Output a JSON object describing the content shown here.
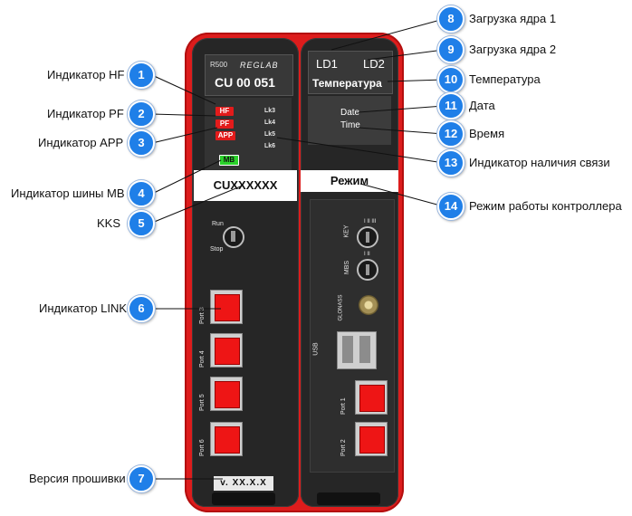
{
  "device": {
    "model": "R500",
    "brand": "REGLAB",
    "display_id": "CU 00 051",
    "leds": [
      "HF",
      "PF",
      "APP"
    ],
    "links": [
      "Lk3",
      "Lk4",
      "Lk5",
      "Lk6"
    ],
    "mb": "MB",
    "kks": "CUXXXXXX",
    "run": "Run",
    "stop": "Stop",
    "ports_left": [
      "Port 3",
      "Port 4",
      "Port 5",
      "Port 6"
    ],
    "ports_right": [
      "Port 1",
      "Port 2"
    ],
    "firmware": "v. XX.X.X",
    "ld1": "LD1",
    "ld2": "LD2",
    "temperature": "Температура",
    "date": "Date",
    "time": "Time",
    "mode": "Режим",
    "key": "KEY",
    "mbs": "MBS",
    "glonass": "GLONASS",
    "usb": "USB",
    "key_marks": "I  II  III",
    "mbs_marks": "I  II"
  },
  "callouts": [
    {
      "num": "1",
      "label": "Индикатор HF"
    },
    {
      "num": "2",
      "label": "Индикатор PF"
    },
    {
      "num": "3",
      "label": "Индикатор APP"
    },
    {
      "num": "4",
      "label": "Индикатор шины MB"
    },
    {
      "num": "5",
      "label": "KKS"
    },
    {
      "num": "6",
      "label": "Индикатор LINK"
    },
    {
      "num": "7",
      "label": "Версия прошивки"
    },
    {
      "num": "8",
      "label": "Загрузка ядра 1"
    },
    {
      "num": "9",
      "label": "Загрузка ядра 2"
    },
    {
      "num": "10",
      "label": "Температура"
    },
    {
      "num": "11",
      "label": "Дата"
    },
    {
      "num": "12",
      "label": "Время"
    },
    {
      "num": "13",
      "label": "Индикатор наличия связи"
    },
    {
      "num": "14",
      "label": "Режим работы контроллера"
    }
  ],
  "colors": {
    "badge": "#1f7fe8",
    "housing": "#dd1c1c",
    "panel": "#262626",
    "led_red": "#e31b1b",
    "led_green": "#2bd12b"
  }
}
